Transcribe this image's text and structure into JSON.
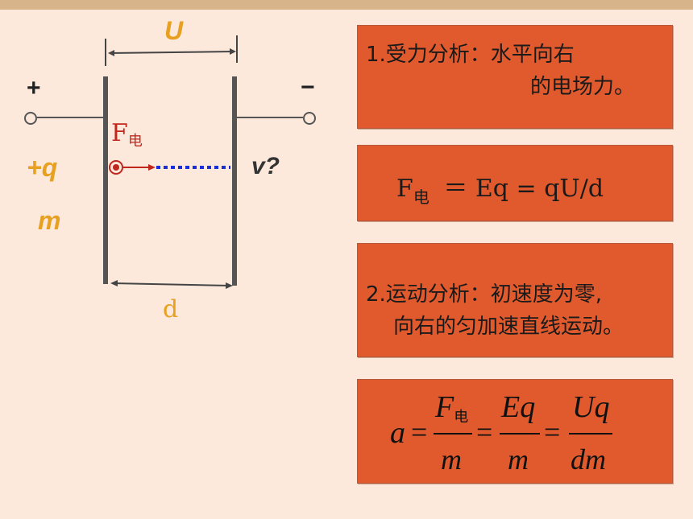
{
  "diagram": {
    "voltage_label": "U",
    "plus_sign": "+",
    "minus_sign": "−",
    "force_F": "F",
    "force_sub": "电",
    "charge_label": "+q",
    "mass_label": "m",
    "velocity_label": "v?",
    "distance_label": "d"
  },
  "panels": {
    "p1": {
      "line1": "1.受力分析：水平向右",
      "line2": "的电场力。"
    },
    "p2": {
      "F": "F",
      "sub": "电",
      "rest": "＝ Eq = qU/d"
    },
    "p3": {
      "line1": "2.运动分析：初速度为零,",
      "line2": "向右的匀加速直线运动。"
    },
    "p4": {
      "a": "a",
      "eq": "=",
      "f1_num_F": "F",
      "f1_num_sub": "电",
      "f1_den": "m",
      "f2_num": "Eq",
      "f2_den": "m",
      "f3_num": "Uq",
      "f3_den": "dm"
    }
  },
  "colors": {
    "background": "#fde8dc",
    "top_bar": "#d8b48a",
    "panel_fill": "#e05a2e",
    "label_orange": "#e8a020",
    "force_red": "#c0281e",
    "dotted_blue": "#1a2ed8",
    "plate_gray": "#555555"
  }
}
